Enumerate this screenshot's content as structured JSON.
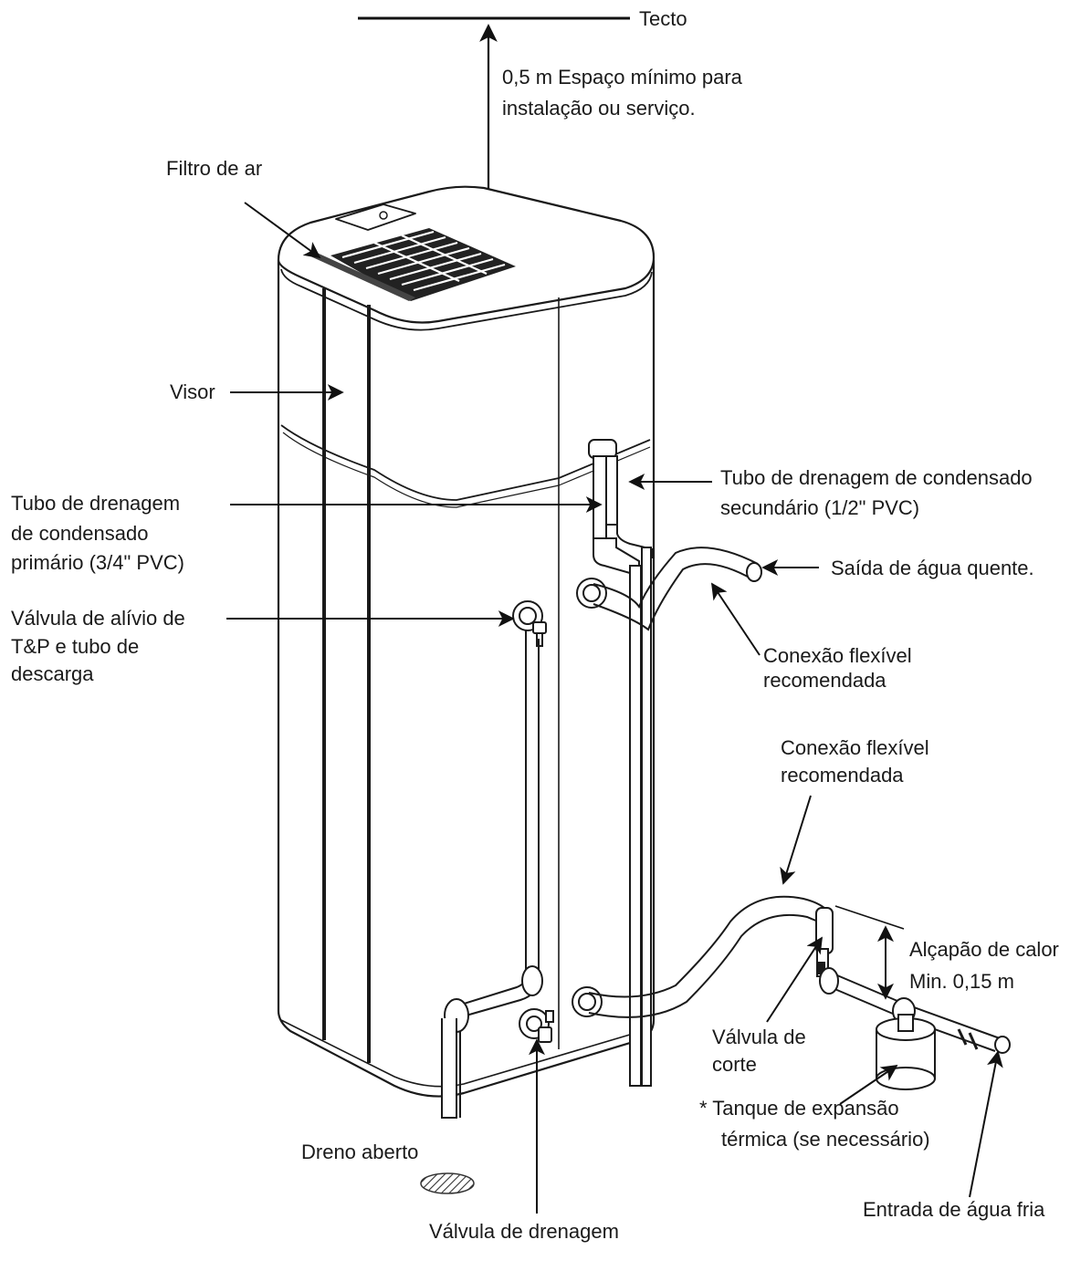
{
  "labels": {
    "ceiling": "Tecto",
    "clearance_line1": "0,5 m Espaço mínimo para",
    "clearance_line2": "instalação ou serviço.",
    "air_filter": "Filtro de ar",
    "viewer": "Visor",
    "primary_drain_line1": "Tubo de drenagem",
    "primary_drain_line2": "de condensado",
    "primary_drain_line3": "primário (3/4\" PVC)",
    "secondary_drain_line1": "Tubo de drenagem de condensado",
    "secondary_drain_line2": "secundário (1/2\" PVC)",
    "hot_water_outlet": "Saída de água quente.",
    "tp_valve_line1": "Válvula de alívio de",
    "tp_valve_line2": "T&P e tubo de",
    "tp_valve_line3": "descarga",
    "flex_upper_line1": "Conexão flexível",
    "flex_upper_line2": "recomendada",
    "flex_lower_line1": "Conexão flexível",
    "flex_lower_line2": "recomendada",
    "heat_trap_line1": "Alçapão de calor",
    "heat_trap_line2": "Min. 0,15 m",
    "shutoff_valve_line1": "Válvula de",
    "shutoff_valve_line2": "corte",
    "expansion_tank_line1": "* Tanque de expansão",
    "expansion_tank_line2": "térmica (se necessário)",
    "open_drain": "Dreno aberto",
    "cold_water_inlet": "Entrada de água fria",
    "drain_valve": "Válvula de drenagem"
  }
}
